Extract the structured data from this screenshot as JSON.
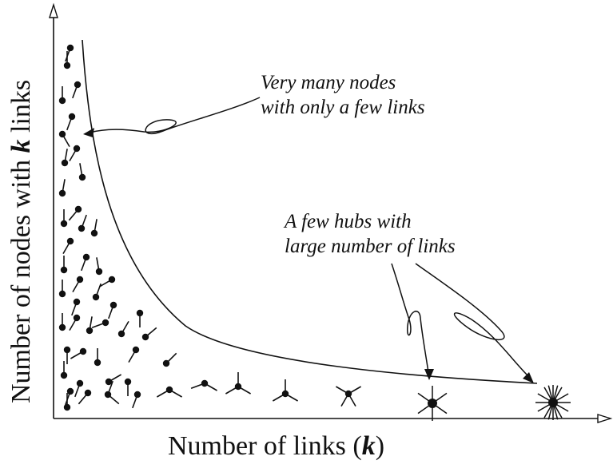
{
  "x_axis": {
    "title_prefix": "Number of links (",
    "title_symbol": "k",
    "title_suffix": ")"
  },
  "y_axis": {
    "title_prefix": "Number of nodes with ",
    "title_symbol": "k",
    "title_suffix": " links"
  },
  "annotations": {
    "many_nodes": {
      "line1": "Very many nodes",
      "line2": "with only a few links"
    },
    "hubs": {
      "line1": "A few hubs with",
      "line2": "large number of links"
    }
  },
  "colors": {
    "ink": "#111111",
    "background": "#ffffff"
  }
}
